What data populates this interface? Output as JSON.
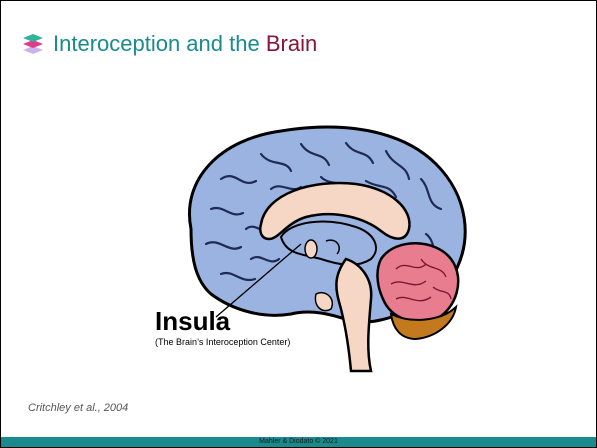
{
  "slide": {
    "title_main": "Interoception and the ",
    "title_accent": "Brain",
    "insula_label": "Insula",
    "insula_caption": "(The Brain’s Interoception Center)",
    "citation": "Critchley et al., 2004",
    "footer": "Mahler & Diodato © 2021"
  },
  "icons": {
    "title_icon": "layers-stack-icon"
  },
  "colors": {
    "title": "#1a8a8c",
    "accent": "#8b1238",
    "cortex": "#9ab3e0",
    "inner": "#f6d6c4",
    "cerebellum": "#e87d8f",
    "brainstem_base": "#c37a1f"
  }
}
